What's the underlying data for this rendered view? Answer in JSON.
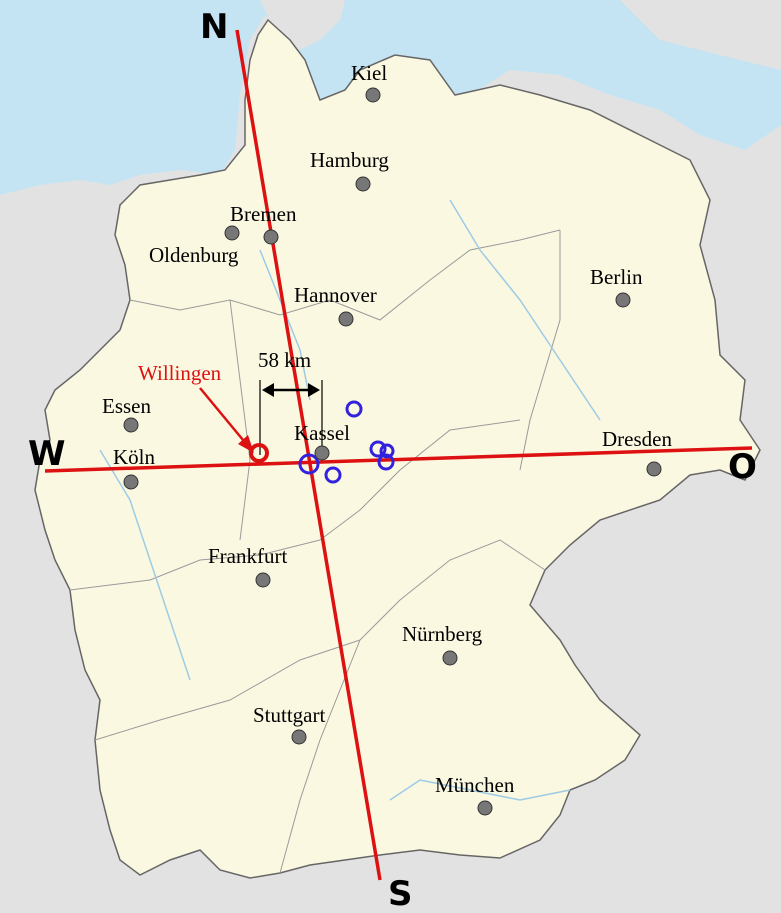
{
  "map": {
    "cities": [
      {
        "id": "kiel",
        "name": "Kiel"
      },
      {
        "id": "hamburg",
        "name": "Hamburg"
      },
      {
        "id": "bremen",
        "name": "Bremen"
      },
      {
        "id": "oldenburg",
        "name": "Oldenburg"
      },
      {
        "id": "hannover",
        "name": "Hannover"
      },
      {
        "id": "berlin",
        "name": "Berlin"
      },
      {
        "id": "essen",
        "name": "Essen"
      },
      {
        "id": "kassel",
        "name": "Kassel"
      },
      {
        "id": "koeln",
        "name": "Köln"
      },
      {
        "id": "dresden",
        "name": "Dresden"
      },
      {
        "id": "frankfurt",
        "name": "Frankfurt"
      },
      {
        "id": "nuernberg",
        "name": "Nürnberg"
      },
      {
        "id": "stuttgart",
        "name": "Stuttgart"
      },
      {
        "id": "muenchen",
        "name": "München"
      }
    ],
    "directions": {
      "north": "N",
      "south": "S",
      "west": "W",
      "east": "O"
    },
    "highlight": {
      "name": "Willingen",
      "color": "#dd1111"
    },
    "distance_label": "58 km",
    "colors": {
      "land": "#fbf8e1",
      "neighbor_land": "#e2e2e2",
      "sea": "#c5e4f3",
      "border": "#666666",
      "axis": "#dd1111",
      "blue_marker": "#3322dd",
      "city_dot": "#777777"
    }
  }
}
